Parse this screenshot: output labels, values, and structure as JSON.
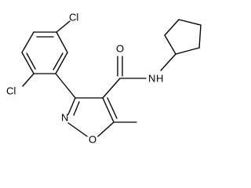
{
  "molecule": {
    "atoms": {
      "cl_top": "Cl",
      "cl_left": "Cl",
      "o_carbonyl": "O",
      "n_amide": "N",
      "h_amide": "H",
      "n_ring": "N",
      "o_ring": "O"
    }
  }
}
